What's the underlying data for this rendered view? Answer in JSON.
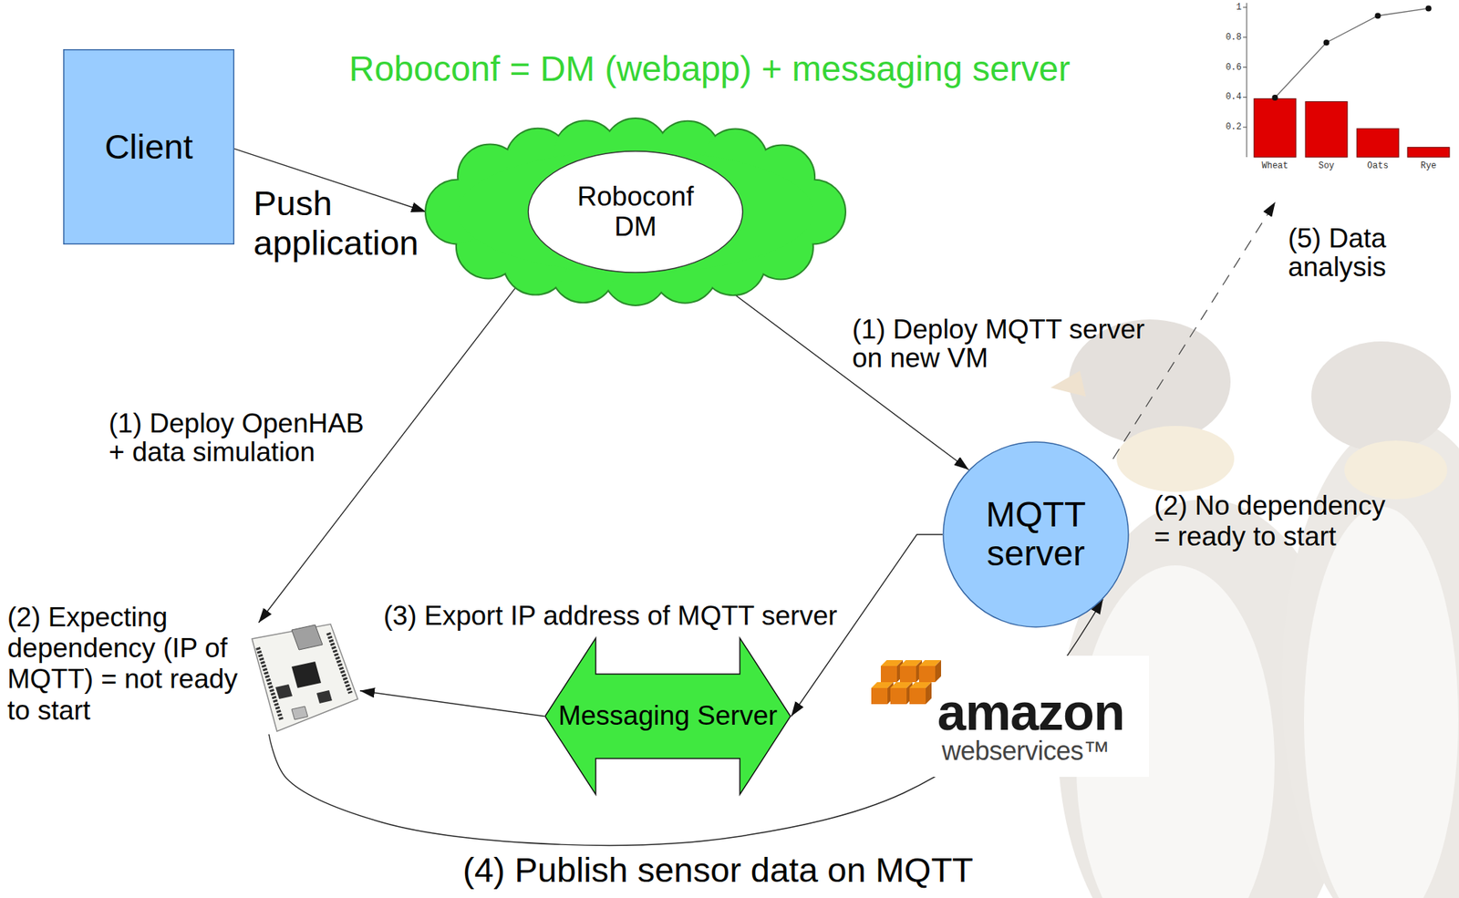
{
  "diagram": {
    "title": "Roboconf = DM (webapp) + messaging server",
    "nodes": [
      {
        "text": [
          "Client"
        ]
      },
      {
        "text": [
          "Roboconf DM"
        ]
      },
      {
        "text": [
          "MQTT server"
        ]
      },
      {
        "text": [
          "(2) Expecting dependency (IP of MQTT) = not ready to start"
        ]
      },
      {
        "text": [
          "Messaging Server"
        ]
      }
    ],
    "edges": [
      {
        "from": 0,
        "to": 1,
        "label": "Push application",
        "arrow": "to"
      },
      {
        "from": 1,
        "to": 3,
        "label": "(1) Deploy OpenHAB + data simulation",
        "arrow": "to"
      },
      {
        "from": 1,
        "to": 2,
        "label": "(1) Deploy MQTT server on new VM",
        "arrow": "to"
      },
      {
        "from": 2,
        "to": 4,
        "label": "(3) Export IP address of MQTT server",
        "arrow": "to"
      },
      {
        "from": 4,
        "to": 3,
        "arrow": "to"
      },
      {
        "from": 3,
        "to": 2,
        "label": "(4) Publish sensor data on MQTT",
        "arrow": "to"
      }
    ],
    "labels": [
      "(2) No dependency = ready to start",
      "(5) Data analysis",
      "amazon",
      "webservices™",
      "1",
      "0.8",
      "0.6",
      "0.4",
      "0.2",
      "Wheat",
      "Soy",
      "Oats",
      "Rye"
    ]
  }
}
